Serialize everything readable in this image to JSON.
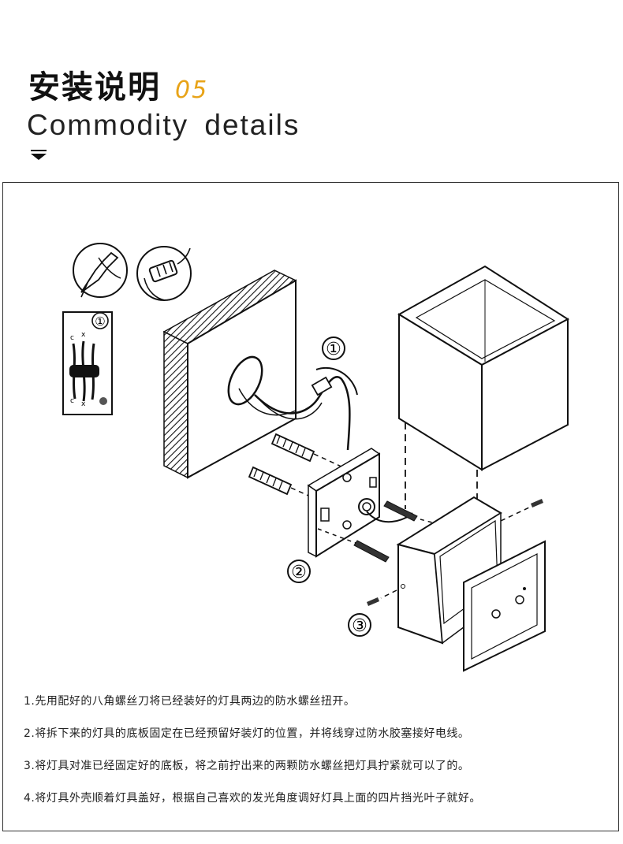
{
  "header": {
    "title_cn": "安装说明",
    "title_num": "05",
    "subtitle": "Commodity details"
  },
  "diagram": {
    "label_1": "①",
    "label_2": "②",
    "label_3": "③",
    "inset_label_1": "①",
    "inset_c_top": "c",
    "inset_x_top": "x",
    "inset_c_bottom": "c",
    "inset_x_bottom": "x"
  },
  "steps": [
    "1.先用配好的八角螺丝刀将已经装好的灯具两边的防水螺丝扭开。",
    "2.将拆下来的灯具的底板固定在已经预留好装灯的位置，并将线穿过防水胶塞接好电线。",
    "3.将灯具对准已经固定好的底板，将之前拧出来的两颗防水螺丝把灯具拧紧就可以了的。",
    "4.将灯具外壳顺着灯具盖好，根据自己喜欢的发光角度调好灯具上面的四片挡光叶子就好。"
  ]
}
